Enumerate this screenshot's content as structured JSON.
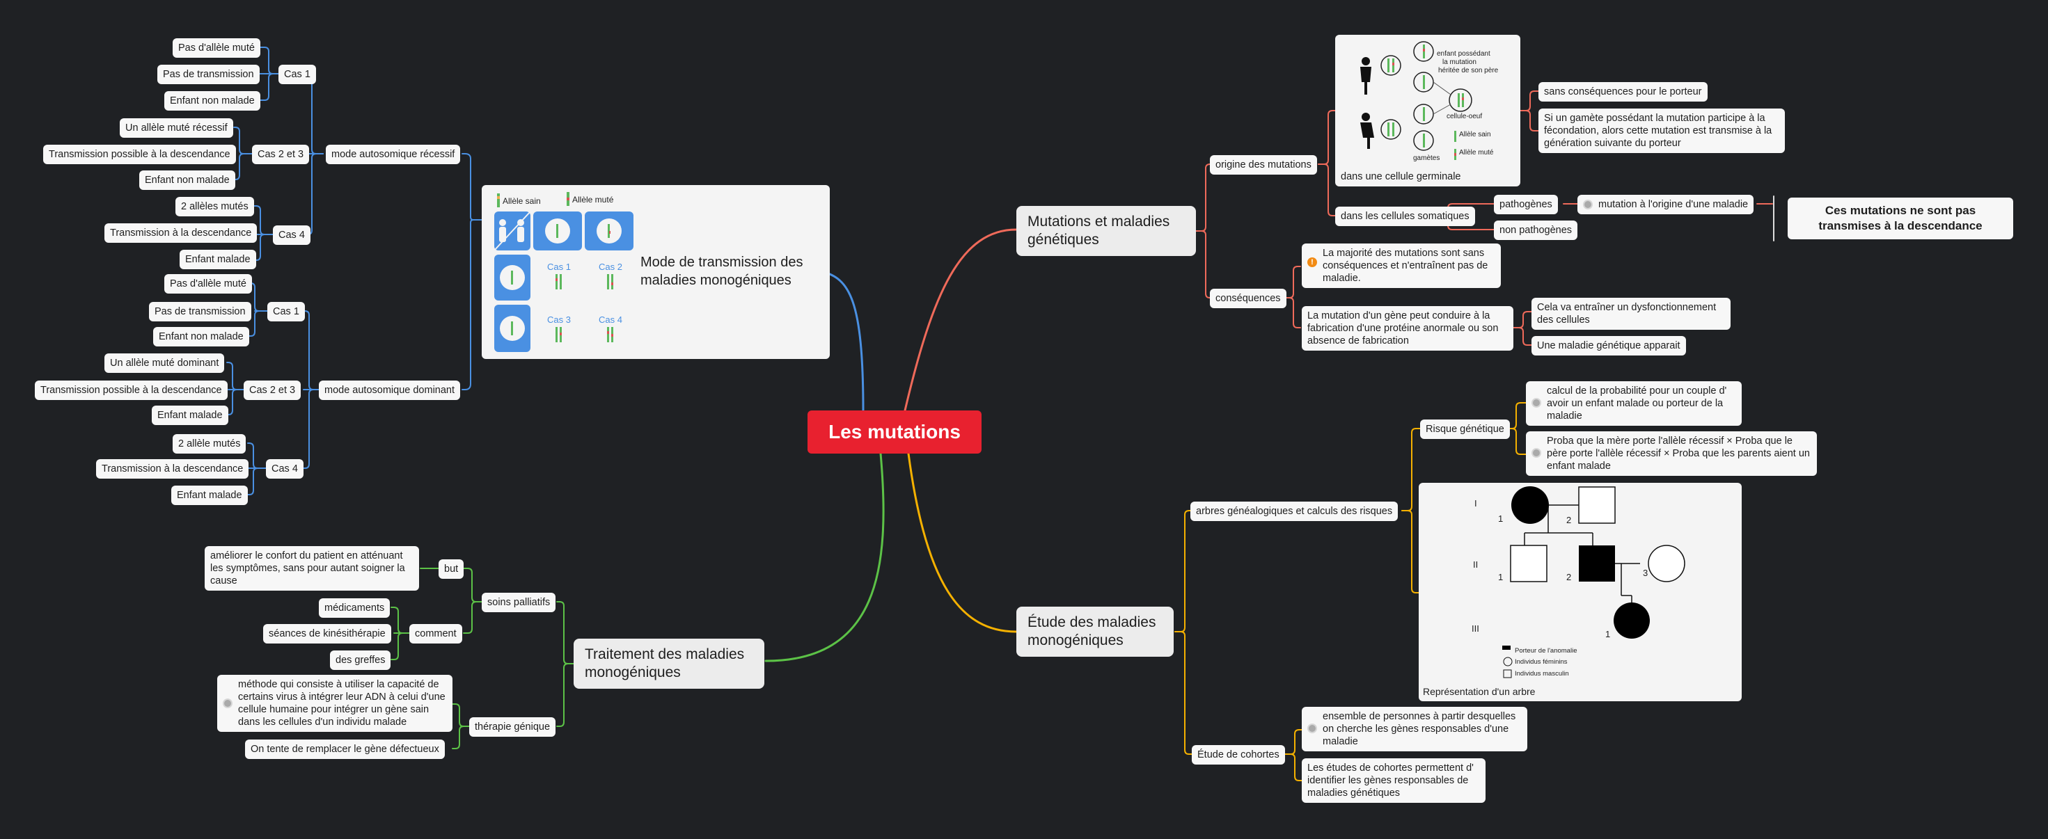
{
  "root": "Les mutations",
  "left": {
    "transmission": {
      "title": "Mode de transmission des maladies monogéniques",
      "legend_sain": "Allèle sain",
      "legend_mute": "Allèle muté",
      "case_labels": [
        "Cas 1",
        "Cas 2",
        "Cas 3",
        "Cas 4"
      ],
      "recessif": {
        "label": "mode autosomique récessif",
        "cas1": {
          "label": "Cas 1",
          "items": [
            "Pas d'allèle muté",
            "Pas de transmission",
            "Enfant non malade"
          ]
        },
        "cas23": {
          "label": "Cas 2 et 3",
          "items": [
            "Un allèle muté récessif",
            "Transmission possible à la descendance",
            "Enfant non malade"
          ]
        },
        "cas4": {
          "label": "Cas 4",
          "items": [
            "2 allèles mutés",
            "Transmission à la descendance",
            "Enfant malade"
          ]
        }
      },
      "dominant": {
        "label": "mode autosomique dominant",
        "cas1": {
          "label": "Cas 1",
          "items": [
            "Pas d'allèle muté",
            "Pas de transmission",
            "Enfant non malade"
          ]
        },
        "cas23": {
          "label": "Cas 2 et 3",
          "items": [
            "Un allèle muté dominant",
            "Transmission possible à la descendance",
            "Enfant malade"
          ]
        },
        "cas4": {
          "label": "Cas 4",
          "items": [
            "2 allèle mutés",
            "Transmission à la descendance",
            "Enfant malade"
          ]
        }
      }
    },
    "traitement": {
      "title": "Traitement des maladies monogéniques",
      "palliatifs": {
        "label": "soins palliatifs",
        "but": {
          "label": "but",
          "text": "améliorer le confort du patient en atténuant les symptômes, sans pour autant soigner la cause"
        },
        "comment": {
          "label": "comment",
          "items": [
            "médicaments",
            "séances de kinésithérapie",
            "des greffes"
          ]
        }
      },
      "genique": {
        "label": "thérapie génique",
        "def": "méthode qui consiste à utiliser la capacité de certains virus à intégrer leur ADN à celui d'une cellule humaine pour intégrer un gène sain dans les cellules d'un individu malade",
        "replace": "On tente de remplacer le gène défectueux"
      }
    }
  },
  "right": {
    "mutations": {
      "title": "Mutations et maladies génétiques",
      "origine": {
        "label": "origine des mutations",
        "germinale": {
          "caption": "dans une cellule germinale",
          "img_text": [
            "enfant possédant",
            "la mutation",
            "héritée de son père",
            "cellule-oeuf",
            "gamètes",
            "Allèle sain",
            "Allèle muté"
          ],
          "items": [
            "sans conséquences pour le porteur",
            "Si un gamète possédant la mutation participe à la fécondation, alors cette mutation est transmise à la génération suivante du porteur"
          ]
        },
        "somatiques": {
          "label": "dans les cellules somatiques",
          "pathogenes": "pathogènes",
          "origine_maladie": "mutation à l'origine d'une maladie",
          "non_pathogenes": "non pathogènes",
          "callout": "Ces mutations ne sont pas transmises à la descendance"
        }
      },
      "consequences": {
        "label": "conséquences",
        "warn": "!",
        "majorite": "La majorité des mutations sont sans conséquences et n'entraînent pas de maladie.",
        "fabrication": "La mutation d'un gène peut conduire à la fabrication d'une protéine anormale ou son absence de fabrication",
        "items": [
          "Cela va entraîner un dysfonctionnement des cellules",
          "Une maladie génétique apparait"
        ]
      }
    },
    "etude": {
      "title": "Étude des maladies monogéniques",
      "arbres": {
        "label": "arbres généalogiques et calculs des risques",
        "risque": {
          "label": "Risque génétique",
          "items": [
            "calcul de la probabilité pour un couple d' avoir un enfant malade ou porteur de la maladie",
            "Proba que la mère porte l'allèle récessif × Proba que le père porte l'allèle récessif × Proba que les parents aient un enfant malade"
          ]
        },
        "arbre": {
          "caption": "Représentation d'un arbre",
          "generations": [
            "I",
            "II",
            "III"
          ],
          "numbers": [
            "1",
            "2",
            "1",
            "2",
            "3",
            "1"
          ],
          "legend": [
            "Porteur de l'anomalie",
            "Individus féminins",
            "Individus masculin"
          ]
        }
      },
      "cohortes": {
        "label": "Étude de cohortes",
        "items": [
          "ensemble de personnes à partir desquelles on cherche les gènes responsables d'une maladie",
          "Les études de cohortes permettent d' identifier les gènes responsables de maladies génétiques"
        ]
      }
    }
  },
  "colors": {
    "background": "#1f2124",
    "root": "#e8212f",
    "branch_transmission": "#4a90e2",
    "branch_traitement": "#5cc247",
    "branch_mutations": "#ef6a5a",
    "branch_etude": "#f5b100"
  }
}
